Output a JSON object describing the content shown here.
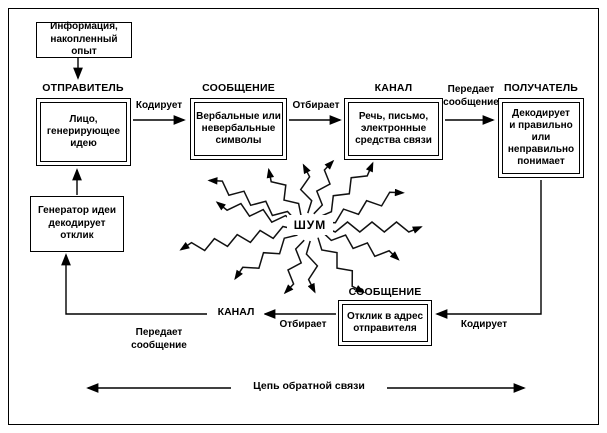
{
  "colors": {
    "ink": "#000000",
    "background": "#ffffff"
  },
  "diagram": {
    "info_box": "Информация,\nнакопленный опыт",
    "sender_title": "ОТПРАВИТЕЛЬ",
    "sender_box": "Лицо,\nгенерирующее\nидею",
    "encode_label": "Кодирует",
    "message_title": "СООБЩЕНИЕ",
    "message_box": "Вербальные или\nневербальные\nсимволы",
    "select_label": "Отбирает",
    "channel_title": "КАНАЛ",
    "channel_box": "Речь, письмо,\nэлектронные\nсредства связи",
    "transmit_label": "Передает\nсообщение",
    "receiver_title": "ПОЛУЧАТЕЛЬ",
    "receiver_box": "Декодирует\nи правильно\nили неправильно\nпонимает",
    "noise_label": "ШУМ",
    "idea_generator_box": "Генератор идеи\nдекодирует\nотклик",
    "feedback_message_title": "СООБЩЕНИЕ",
    "feedback_message_box": "Отклик в адрес\nотправителя",
    "feedback_encode_label": "Кодирует",
    "feedback_select_label": "Отбирает",
    "feedback_channel_label": "КАНАЛ",
    "feedback_transmit_label": "Передает\nсообщение",
    "feedback_chain_label": "Цепь обратной связи"
  }
}
